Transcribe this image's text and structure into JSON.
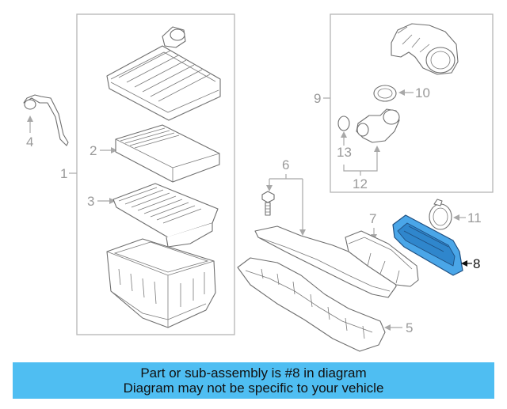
{
  "diagram": {
    "callouts": {
      "c1": "1",
      "c2": "2",
      "c3": "3",
      "c4": "4",
      "c5": "5",
      "c6": "6",
      "c7": "7",
      "c8": "8",
      "c9": "9",
      "c10": "10",
      "c11": "11",
      "c12": "12",
      "c13": "13"
    },
    "highlighted_part": "8",
    "colors": {
      "highlight": "#4aa6e8",
      "banner": "#4fbef2",
      "line": "#a8a8a8"
    }
  },
  "banner": {
    "line1": "Part or sub-assembly is #8 in diagram",
    "line2": "Diagram may not be specific to your vehicle"
  }
}
